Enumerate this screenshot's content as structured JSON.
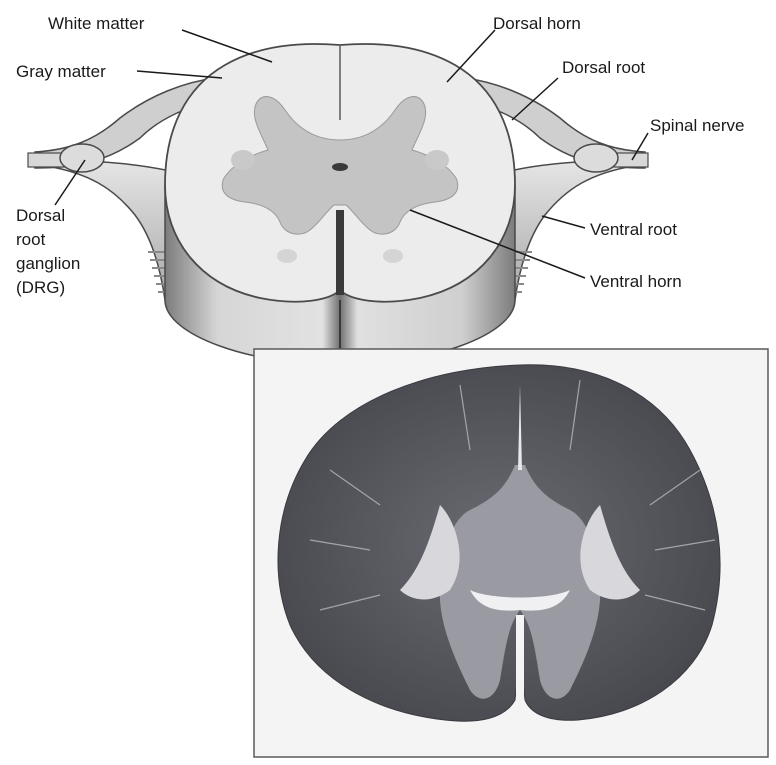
{
  "labels": {
    "white_matter": "White matter",
    "gray_matter": "Gray matter",
    "dorsal_horn": "Dorsal horn",
    "dorsal_root": "Dorsal root",
    "spinal_nerve": "Spinal nerve",
    "dorsal_root_ganglion": "Dorsal\nroot\nganglion\n(DRG)",
    "ventral_root": "Ventral root",
    "ventral_horn": "Ventral horn"
  },
  "colors": {
    "white_matter_fill": "#ececec",
    "gray_matter_fill": "#c4c4c4",
    "cord_side_light": "#d2d2d2",
    "cord_side_dark": "#8e8e8e",
    "root_fill": "#c8c8c8",
    "outline": "#4a4a4a",
    "micrograph_tissue": "#5a5a62",
    "micrograph_background": "#f4f4f4"
  }
}
